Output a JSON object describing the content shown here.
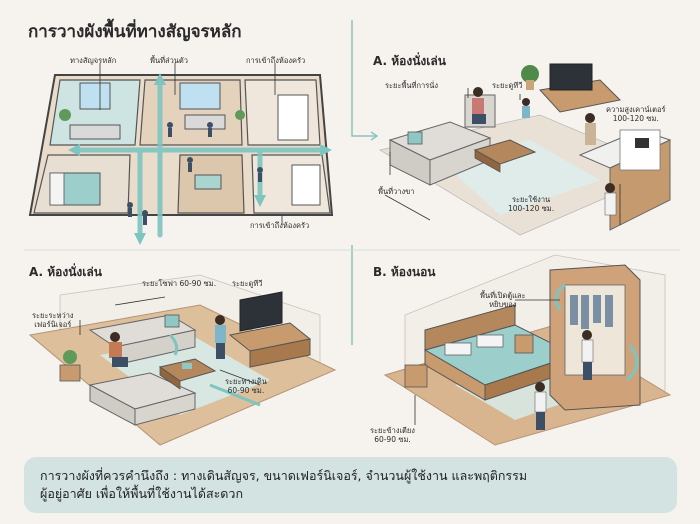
{
  "panels": {
    "circulation": {
      "title": "การวางผังพื้นที่ทางสัญจรหลัก",
      "labels": {
        "main_path": "ทางสัญจรหลัก",
        "personal_space": "พื้นที่ส่วนตัว",
        "kitchen_access_top": "การเข้าถึงห้องครัว",
        "kitchen_access_bottom": "การเข้าถึงห้องครัว"
      }
    },
    "living_top": {
      "title": "A. ห้องนั่งเล่น",
      "labels": {
        "seating_distance": "ระยะพื้นที่การนั่ง",
        "tv_distance": "ระยะดูทีวี",
        "counter_height": "ความสูงเคาน์เตอร์",
        "counter_height_value": "100-120 ซม.",
        "legroom": "พื้นที่วางขา",
        "usable_distance": "ระยะใช้งาน",
        "usable_distance_value": "100-120 ซม."
      }
    },
    "living_bottom": {
      "title": "A. ห้องนั่งเล่น",
      "labels": {
        "sofa_distance": "ระยะโซฟา 60-90 ซม.",
        "tv_distance": "ระยะดูทีวี",
        "between_furniture_1": "ระยะระหว่าง",
        "between_furniture_2": "เฟอร์นิเจอร์",
        "walking_distance": "ระยะทางเดิน",
        "walking_distance_value": "60-90 ซม."
      }
    },
    "bedroom": {
      "title": "B. ห้องนอน",
      "labels": {
        "wardrobe_space_1": "พื้นที่เปิดตู้และ",
        "wardrobe_space_2": "หยิบของ",
        "bedside_distance": "ระยะข้างเตียง",
        "bedside_distance_value": "60-90 ซม."
      }
    }
  },
  "summary": {
    "line1": "การวางผังที่ควรคำนึงถึง : ทางเดินสัญจร, ขนาดเฟอร์นิเจอร์, จำนวนผู้ใช้งาน และพฤติกรรม",
    "line2": "ผู้อยู่อาศัย เพื่อให้พื้นที่ใช้งานได้สะดวก"
  },
  "colors": {
    "background": "#f6f3ee",
    "accent_teal": "#8fc7c4",
    "floor_wood": "#d8b48f",
    "floor_mat": "#d7ebea",
    "summary_box": "#d3e3e1",
    "connector": "#8cc3c0"
  }
}
